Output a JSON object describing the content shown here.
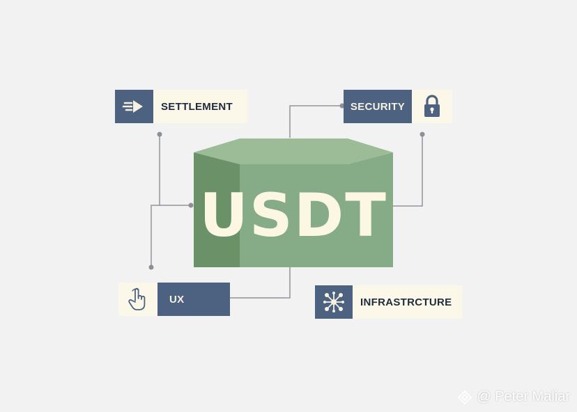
{
  "center": {
    "label": "USDT"
  },
  "nodes": {
    "settlement": {
      "label": "SETTLEMENT",
      "icon": "fast-forward-arrow-icon"
    },
    "security": {
      "label": "SECURITY",
      "icon": "padlock-icon"
    },
    "ux": {
      "label": "UX",
      "icon": "pointing-hand-icon"
    },
    "infrastructure": {
      "label": "INFRASTRCTURE",
      "icon": "network-hub-icon"
    }
  },
  "watermark": {
    "text": "@ Peter Maliar",
    "icon": "diamond-logo-icon"
  },
  "colors": {
    "background": "#f1f2f1",
    "box_front": "#86ab87",
    "box_left": "#6b9168",
    "box_top": "#9cbc98",
    "navy": "#4d6180",
    "cream": "#fbf8ea",
    "connector": "#8a9096"
  }
}
